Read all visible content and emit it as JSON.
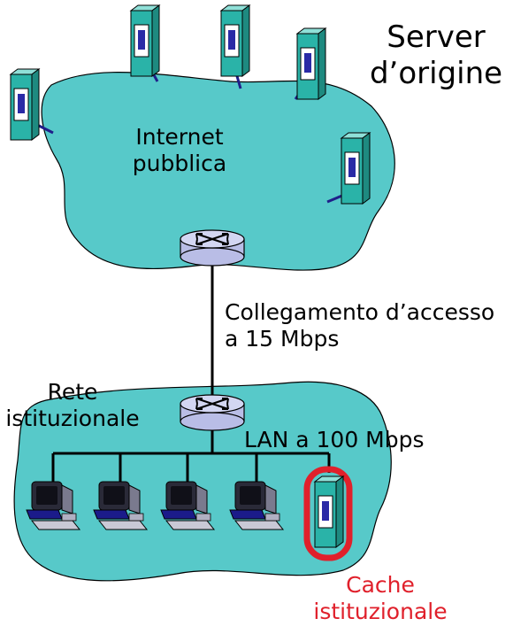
{
  "labels": {
    "origin_servers": [
      "Server",
      "d’origine"
    ],
    "public_internet": [
      "Internet",
      "pubblica"
    ],
    "access_link": [
      "Collegamento d’accesso",
      "a 15 Mbps"
    ],
    "institutional_network": [
      "Rete",
      "istituzionale"
    ],
    "lan": "LAN a 100 Mbps",
    "institutional_cache": [
      "Cache",
      "istituzionale"
    ]
  },
  "colors": {
    "cloud": "#57c9c9",
    "server_body": "#2ab3a8",
    "server_panel": "#ffffff",
    "server_slot": "#2a2aa6",
    "link": "#1f1f8a",
    "router": "#b9bde6",
    "cache_highlight": "#e0202b",
    "text_red": "#e0202b"
  },
  "icons": [
    "server-icon",
    "router-icon",
    "workstation-icon"
  ]
}
